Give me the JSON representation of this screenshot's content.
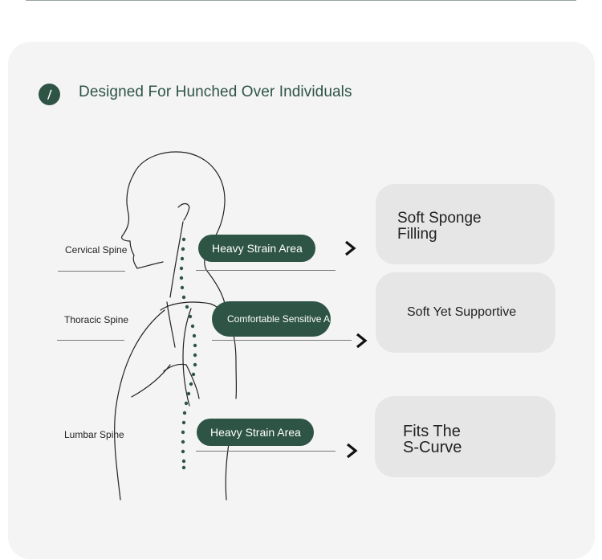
{
  "header": {
    "title": "Designed For Hunched Over Individuals",
    "icon": "pen-icon",
    "accent_color": "#2e5446"
  },
  "spine_labels": {
    "cervical": "Cervical Spine",
    "thoracic": "Thoracic Spine",
    "lumbar": "Lumbar Spine"
  },
  "callouts": {
    "cervical": "Heavy Strain Area",
    "thoracic": "Comfortable Sensitive Area",
    "lumbar": "Heavy Strain Area"
  },
  "features": {
    "top": "Soft Sponge Filling",
    "middle": "Soft Yet Supportive",
    "bottom": "Fits The S-Curve"
  }
}
